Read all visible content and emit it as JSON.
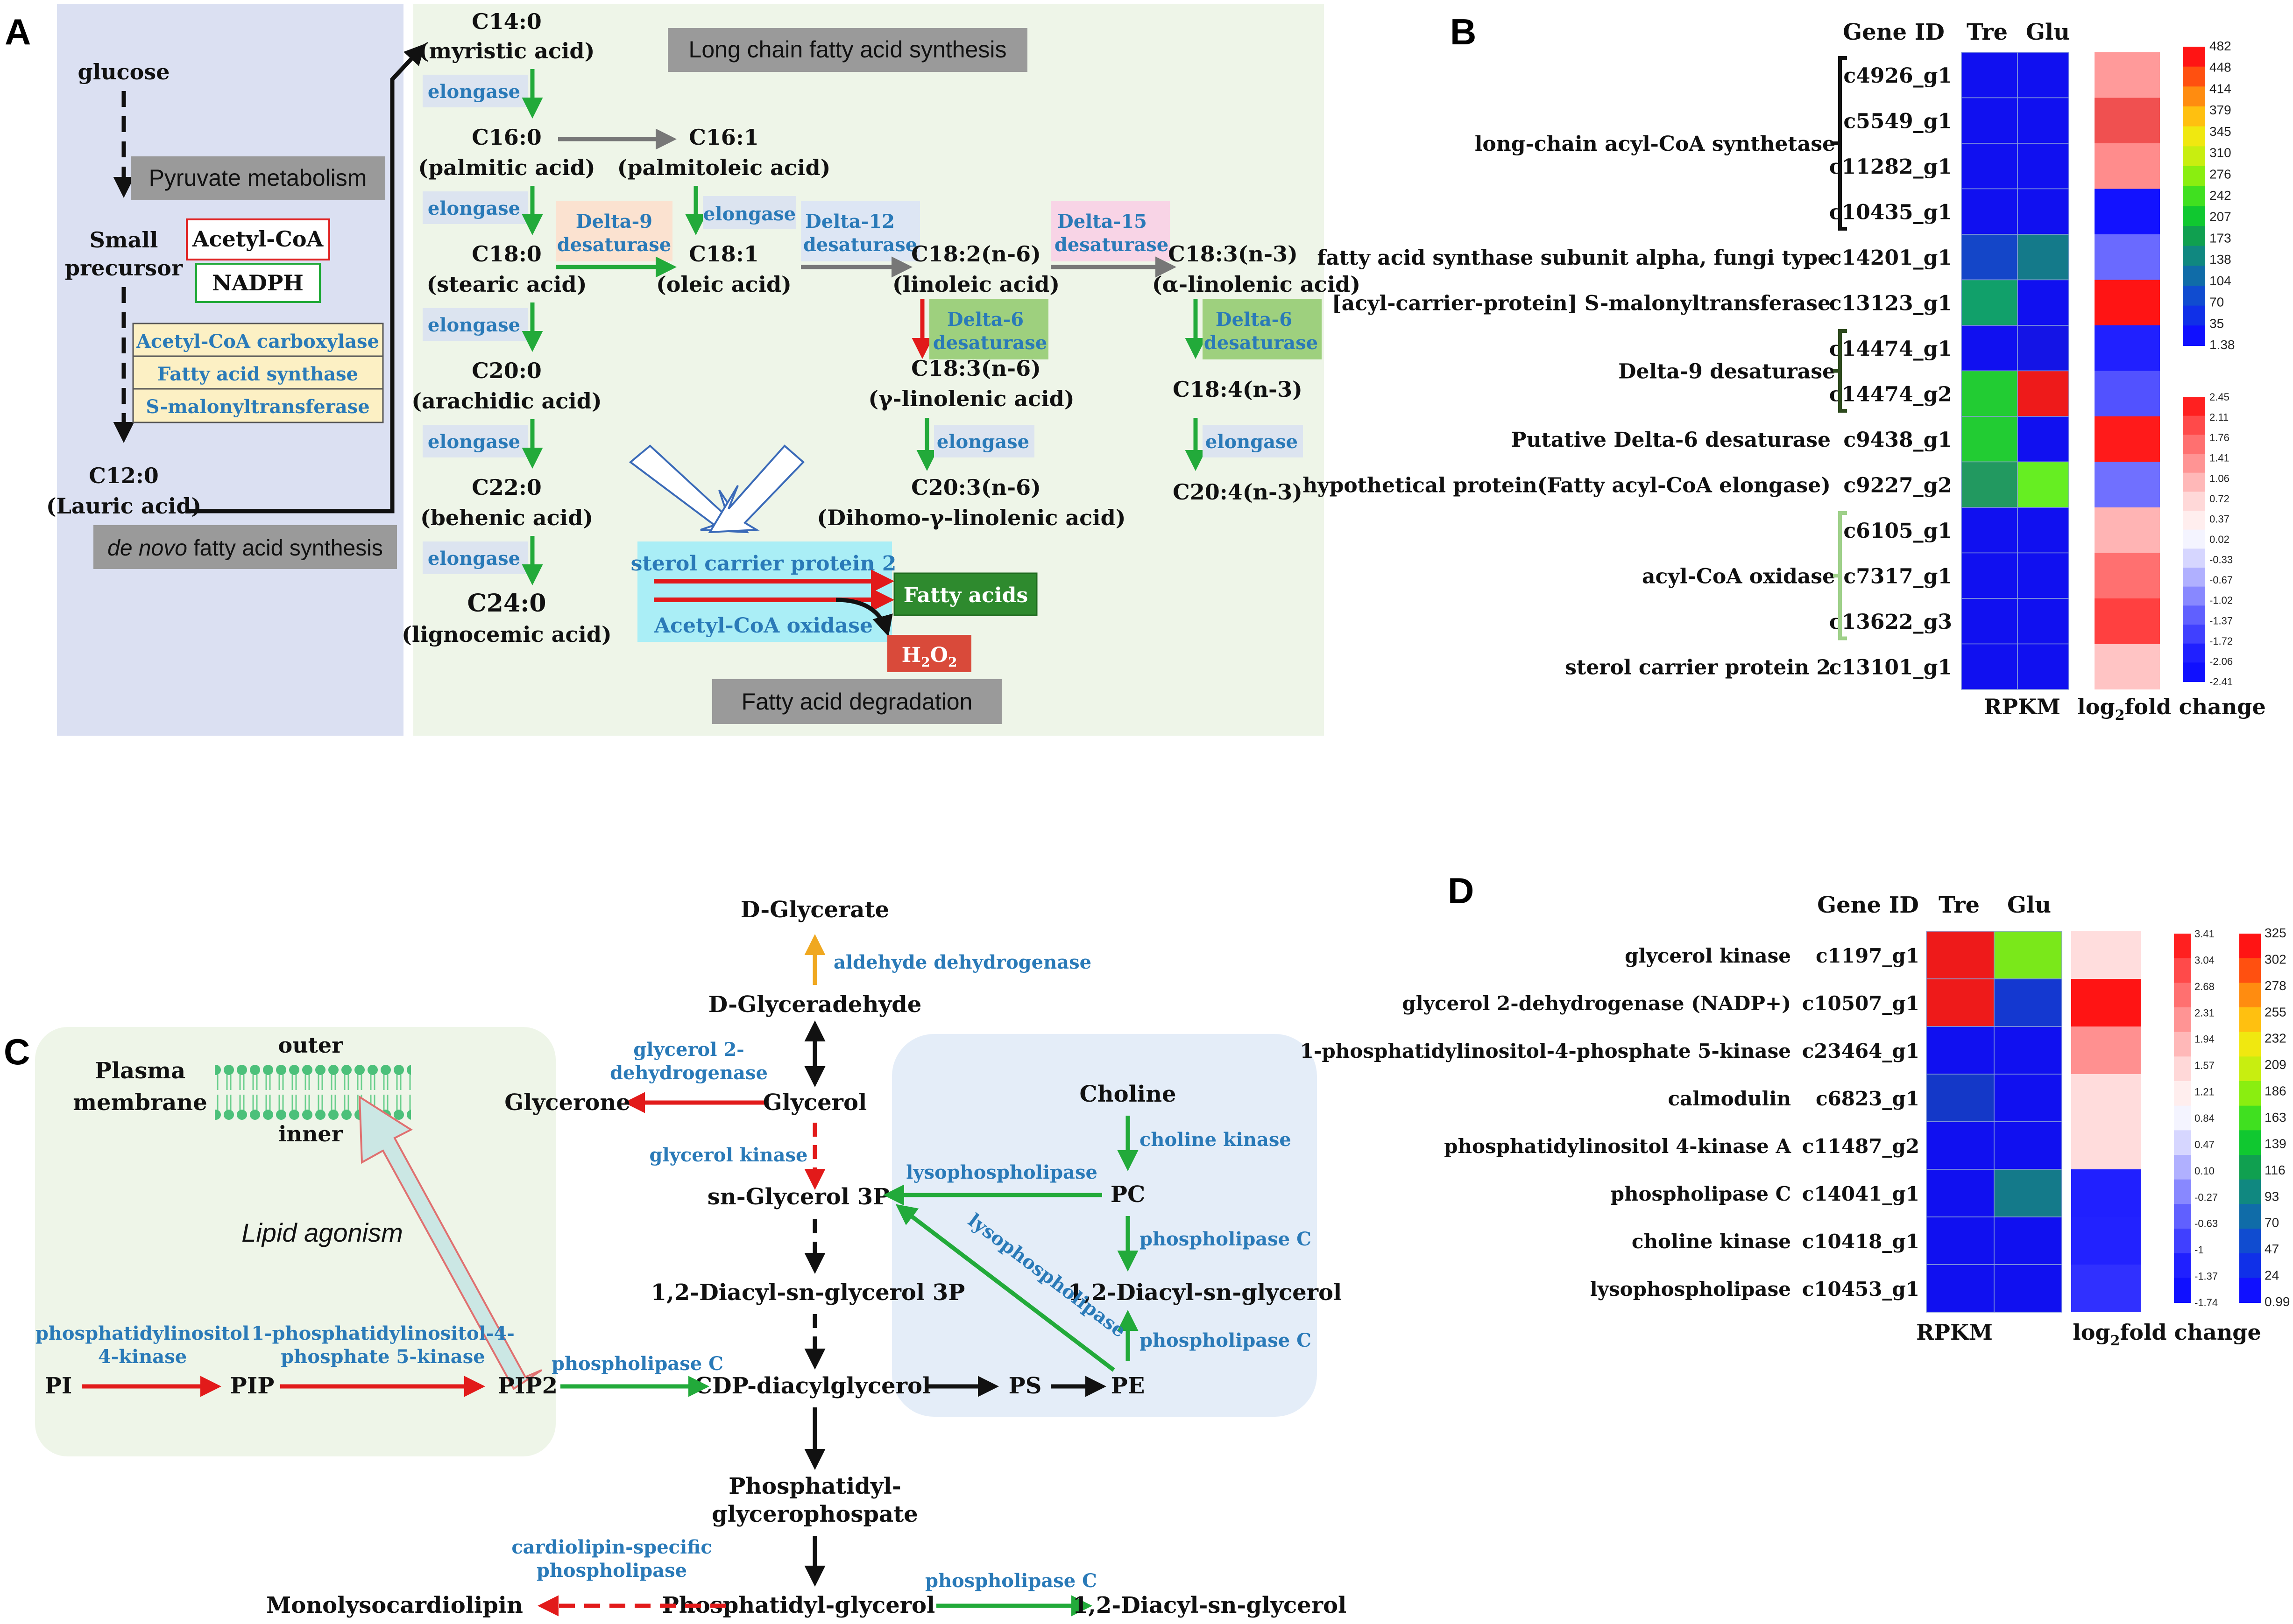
{
  "panels": {
    "a": "A",
    "b": "B",
    "c": "C",
    "d": "D"
  },
  "panel_a": {
    "glucose": "glucose",
    "pyruvate_metabolism": "Pyruvate metabolism",
    "small": "Small",
    "precursor": "precursor",
    "acetyl_coa": "Acetyl-CoA",
    "nadph": "NADPH",
    "enzymes": [
      "Acetyl-CoA carboxylase",
      "Fatty acid synthase",
      "S-malonyltransferase"
    ],
    "c12": "C12:0",
    "c12_name": "(Lauric acid)",
    "de_novo_italic": "de novo",
    "de_novo_rest": " fatty acid synthesis",
    "long_chain_title": "Long chain fatty acid synthesis",
    "elongase": "elongase",
    "c14": "C14:0",
    "c14_name": "(myristic acid)",
    "c16": "C16:0",
    "c16_name": "(palmitic acid)",
    "c161": "C16:1",
    "c161_name": "(palmitoleic acid)",
    "c18": "C18:0",
    "c18_name": "(stearic acid)",
    "c181": "C18:1",
    "c181_name": "(oleic acid)",
    "c20": "C20:0",
    "c20_name": "(arachidic acid)",
    "c22": "C22:0",
    "c22_name": "(behenic acid)",
    "c24": "C24:0",
    "c24_name": "(lignocemic acid)",
    "delta9_1": "Delta-9",
    "delta9_2": "desaturase",
    "delta12_1": "Delta-12",
    "delta12_2": "desaturase",
    "delta15_1": "Delta-15",
    "delta15_2": "desaturase",
    "delta6_1": "Delta-6",
    "delta6_2": "desaturase",
    "c182": "C18:2(n-6)",
    "c182_name": "(linoleic  acid)",
    "c183n3": "C18:3(n-3)",
    "c183n3_name": "(α-linolenic acid)",
    "c183n6": "C18:3(n-6)",
    "c183n6_name": "(γ-linolenic acid)",
    "c184": "C18:4(n-3)",
    "c203": "C20:3(n-6)",
    "c203_name": "(Dihomo-γ-linolenic acid)",
    "c204": "C20:4(n-3)",
    "sterol_carrier": "sterol carrier protein 2",
    "acetyl_oxidase": "Acetyl-CoA oxidase",
    "fatty_acids": "Fatty acids",
    "h2o2_h": "H",
    "h2o2_2a": "2",
    "h2o2_o": "O",
    "h2o2_2b": "2",
    "fa_degradation": "Fatty acid degradation"
  },
  "panel_b": {
    "col_gene": "Gene ID",
    "col_tre": "Tre",
    "col_glu": "Glu",
    "groups": [
      "long-chain acyl-CoA synthetase",
      "fatty acid synthase subunit alpha, fungi type",
      "[acyl-carrier-protein] S-malonyltransferase",
      "Delta-9 desaturase",
      "Putative Delta-6 desaturase",
      "hypothetical protein(Fatty acyl-CoA elongase)",
      "acyl-CoA oxidase",
      "sterol carrier protein 2"
    ],
    "genes": [
      "c4926_g1",
      "c5549_g1",
      "c11282_g1",
      "c10435_g1",
      "c14201_g1",
      "c13123_g1",
      "c14474_g1",
      "c14474_g2",
      "c9438_g1",
      "c9227_g2",
      "c6105_g1",
      "c7317_g1",
      "c13622_g3",
      "c13101_g1"
    ],
    "tre_colors": [
      "#1010f0",
      "#1010f0",
      "#1010f0",
      "#1010f0",
      "#1446c8",
      "#11a06a",
      "#1010f0",
      "#22cc33",
      "#22cc33",
      "#229960",
      "#1010f0",
      "#1010f0",
      "#1010f0",
      "#1010f0"
    ],
    "glu_colors": [
      "#1010f0",
      "#1010f0",
      "#1010f0",
      "#1010f0",
      "#147a8a",
      "#1010f0",
      "#1414e6",
      "#ee1a1a",
      "#1010f0",
      "#66ee22",
      "#1010f0",
      "#1010f0",
      "#1010f0",
      "#1010f0"
    ],
    "fc_colors": [
      "#ff9a9a",
      "#f05050",
      "#ff8c8c",
      "#1212ff",
      "#6a6aff",
      "#ff1414",
      "#2020ff",
      "#5252ff",
      "#ff1a1a",
      "#7070ff",
      "#ffb4b4",
      "#ff7070",
      "#ff4040",
      "#ffc4c4"
    ],
    "xlabel_rpkm": "RPKM",
    "xlabel_fc_pre": "log",
    "xlabel_fc_sub": "2",
    "xlabel_fc_post": "fold change",
    "scale1_ticks": [
      "482",
      "448",
      "414",
      "379",
      "345",
      "310",
      "276",
      "242",
      "207",
      "173",
      "138",
      "104",
      "70",
      "35",
      "1.38"
    ],
    "scale2_ticks": [
      "2.45",
      "2.11",
      "1.76",
      "1.41",
      "1.06",
      "0.72",
      "0.37",
      "0.02",
      "-0.33",
      "-0.67",
      "-1.02",
      "-1.37",
      "-1.72",
      "-2.06",
      "-2.41"
    ]
  },
  "panel_c": {
    "d_glycerate": "D-Glycerate",
    "aldehyde_dh": "aldehyde dehydrogenase",
    "d_glyceraldehyde": "D-Glyceradehyde",
    "glycerol2dh_1": "glycerol 2-",
    "glycerol2dh_2": "dehydrogenase",
    "glycerone": "Glycerone",
    "glycerol": "Glycerol",
    "glycerol_kinase": "glycerol kinase",
    "sn_glycerol": "sn-Glycerol 3P",
    "diacyl_3p": "1,2-Diacyl-sn-glycerol 3P",
    "cdp": "CDP-diacylglycerol",
    "ps": "PS",
    "pe": "PE",
    "pc": "PC",
    "choline": "Choline",
    "choline_kinase": "choline kinase",
    "lysophospholipase": "lysophospholipase",
    "phospholipase_c": "phospholipase C",
    "diacyl_sn": "1,2-Diacyl-sn-glycerol",
    "pgp_1": "Phosphatidyl-",
    "pgp_2": "glycerophospate",
    "pg": "Phosphatidyl-glycerol",
    "cardio_1": "cardiolipin-specific",
    "cardio_2": "phospholipase",
    "monolyso": "Monolysocardiolipin",
    "plasma_1": "Plasma",
    "plasma_2": "membrane",
    "outer": "outer",
    "inner": "inner",
    "lipid_agonism": "Lipid agonism",
    "pi": "PI",
    "pip": "PIP",
    "pip2": "PIP2",
    "pi4k_1": "phosphatidylinositol",
    "pi4k_2": "4-kinase",
    "pip5k_1": "1-phosphatidylinositol-4-",
    "pip5k_2": "phosphate 5-kinase"
  },
  "panel_d": {
    "col_gene": "Gene ID",
    "col_tre": "Tre",
    "col_glu": "Glu",
    "names": [
      "glycerol kinase",
      "glycerol 2-dehydrogenase (NADP+)",
      "1-phosphatidylinositol-4-phosphate 5-kinase",
      "calmodulin",
      "phosphatidylinositol 4-kinase A",
      "phospholipase C",
      "choline kinase",
      "lysophospholipase"
    ],
    "genes": [
      "c1197_g1",
      "c10507_g1",
      "c23464_g1",
      "c6823_g1",
      "c11487_g2",
      "c14041_g1",
      "c10418_g1",
      "c10453_g1"
    ],
    "tre_colors": [
      "#ee1a1a",
      "#ee1a1a",
      "#1010f0",
      "#1438c8",
      "#1010f0",
      "#1010f0",
      "#1010f0",
      "#1010f0"
    ],
    "glu_colors": [
      "#7ae81a",
      "#1438d0",
      "#1010f0",
      "#1010f0",
      "#1010f0",
      "#147a8a",
      "#1010f0",
      "#1010f0"
    ],
    "fc_colors": [
      "#ffdddd",
      "#ff1414",
      "#ff9090",
      "#ffdcdc",
      "#ffdcdc",
      "#2020ff",
      "#2222ff",
      "#3030ff"
    ],
    "xlabel_rpkm": "RPKM",
    "xlabel_fc_pre": "log",
    "xlabel_fc_sub": "2",
    "xlabel_fc_post": "fold change",
    "scale1_ticks": [
      "3.41",
      "3.04",
      "2.68",
      "2.31",
      "1.94",
      "1.57",
      "1.21",
      "0.84",
      "0.47",
      "0.10",
      "-0.27",
      "-0.63",
      "-1",
      "-1.37",
      "-1.74"
    ],
    "scale2_ticks": [
      "325",
      "302",
      "278",
      "255",
      "232",
      "209",
      "186",
      "163",
      "139",
      "116",
      "93",
      "70",
      "47",
      "24",
      "0.99"
    ]
  },
  "colors": {
    "blue_panel": "#dbe0f2",
    "green_panel": "#eef5e8",
    "enzyme_blue": "#2a7ab8",
    "arrow_green": "#22aa3a",
    "arrow_red": "#e21a1a"
  }
}
